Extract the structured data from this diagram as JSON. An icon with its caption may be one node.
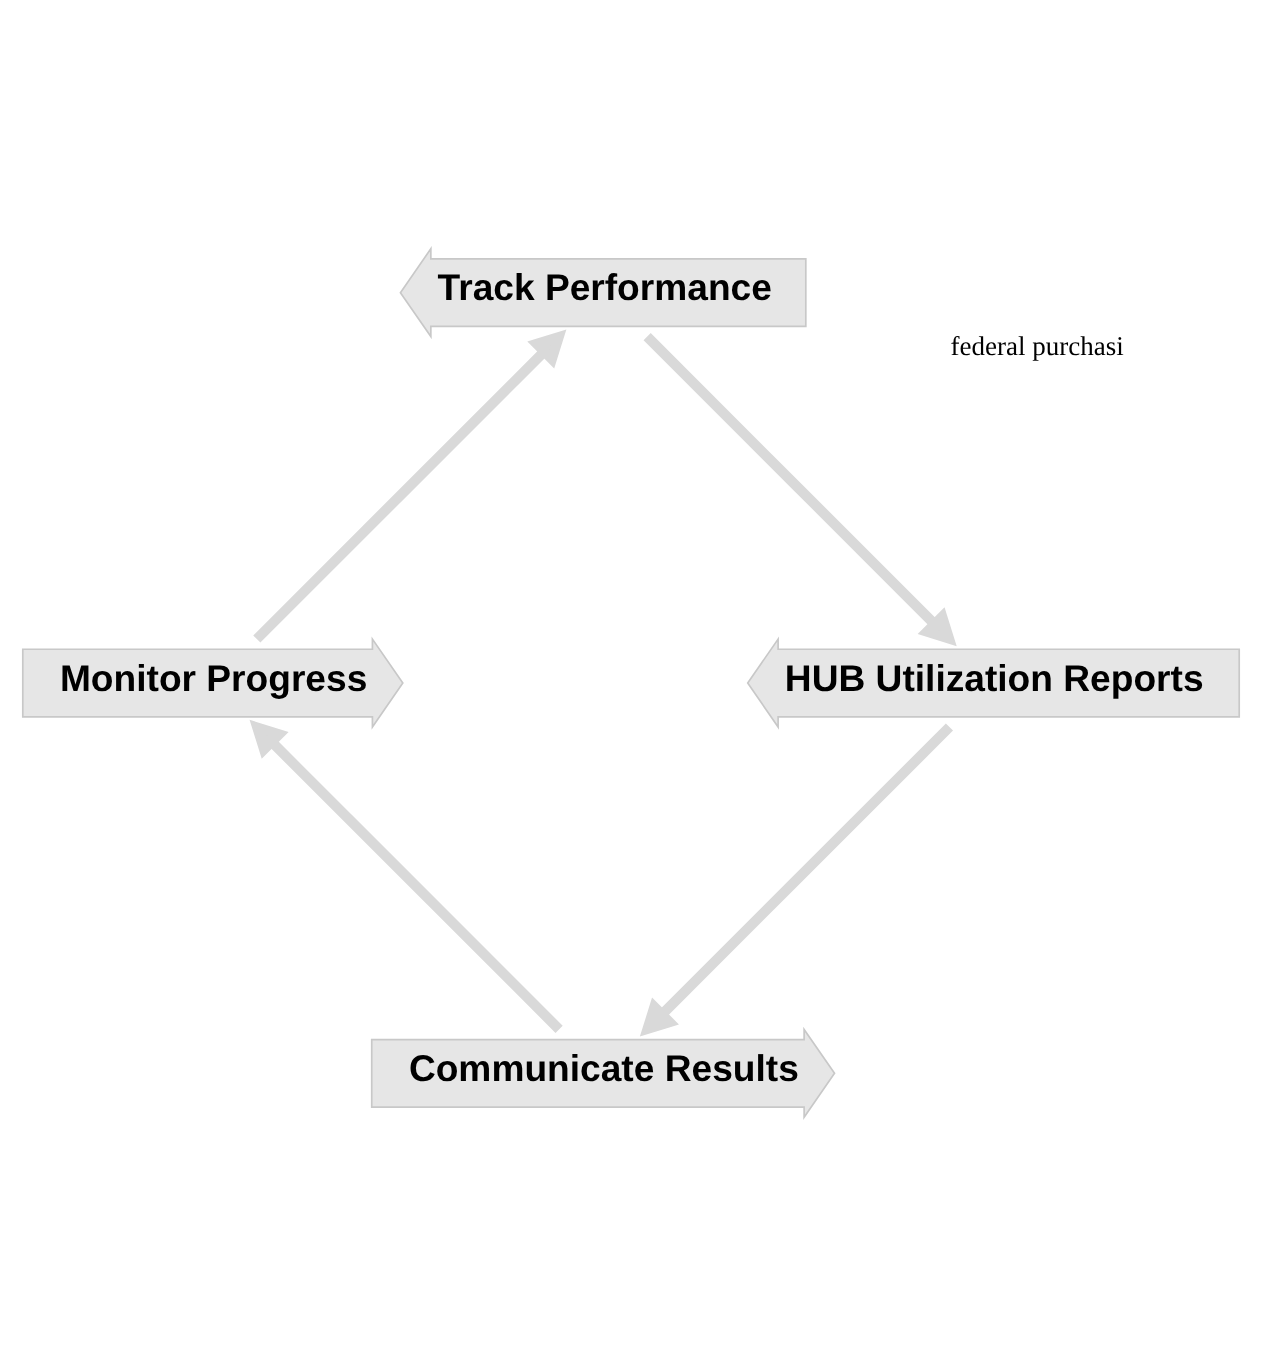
{
  "diagram": {
    "nodes": [
      {
        "text": [
          "Communicate Results"
        ]
      },
      {
        "text": [
          "Monitor Progress"
        ]
      },
      {
        "text": [
          "Track Performance"
        ]
      },
      {
        "text": [
          "HUB Utilization Reports"
        ]
      }
    ],
    "edges": [
      {
        "from": 0,
        "to": 1,
        "arrow": "to"
      },
      {
        "from": 1,
        "to": 2,
        "arrow": "to"
      },
      {
        "from": 2,
        "to": 3,
        "arrow": "to"
      },
      {
        "from": 3,
        "to": 0,
        "arrow": "to"
      }
    ],
    "labels": [
      "federal purchasi"
    ]
  }
}
